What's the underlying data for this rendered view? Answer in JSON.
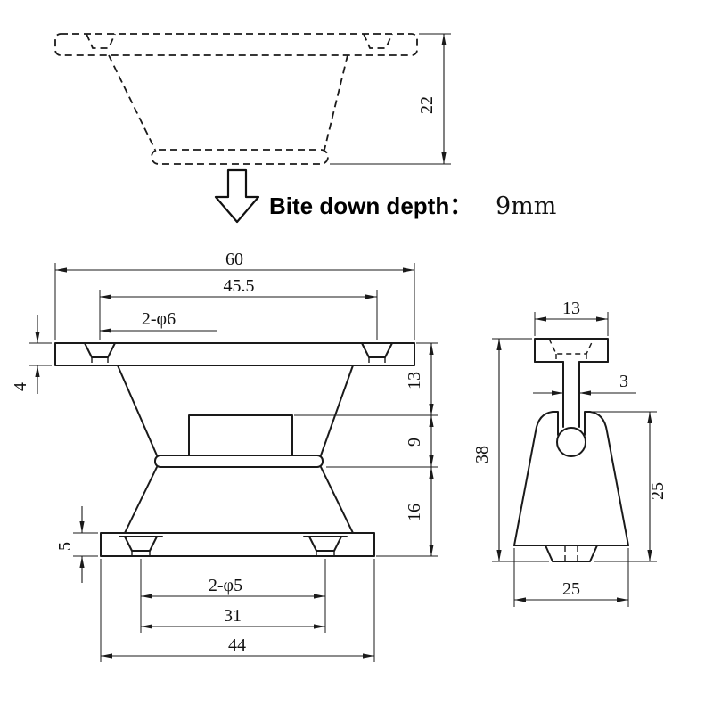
{
  "caption": {
    "label": "Bite down depth：",
    "value": "9mm"
  },
  "dims": {
    "top_height": "22",
    "front_width": "60",
    "front_hole_span": "45.5",
    "front_top_holes": "2-φ6",
    "front_plate_thickness": "4",
    "front_upper": "13",
    "front_bite": "9",
    "front_lower": "16",
    "front_flange": "5",
    "front_bottom_holes": "2-φ5",
    "front_hole_pitch": "31",
    "front_base_width": "44",
    "side_flange_width": "13",
    "side_stem_width": "3",
    "side_height": "38",
    "side_body_height": "25",
    "side_base_width": "25"
  },
  "colors": {
    "line": "#1a1a1a",
    "background": "#ffffff"
  }
}
